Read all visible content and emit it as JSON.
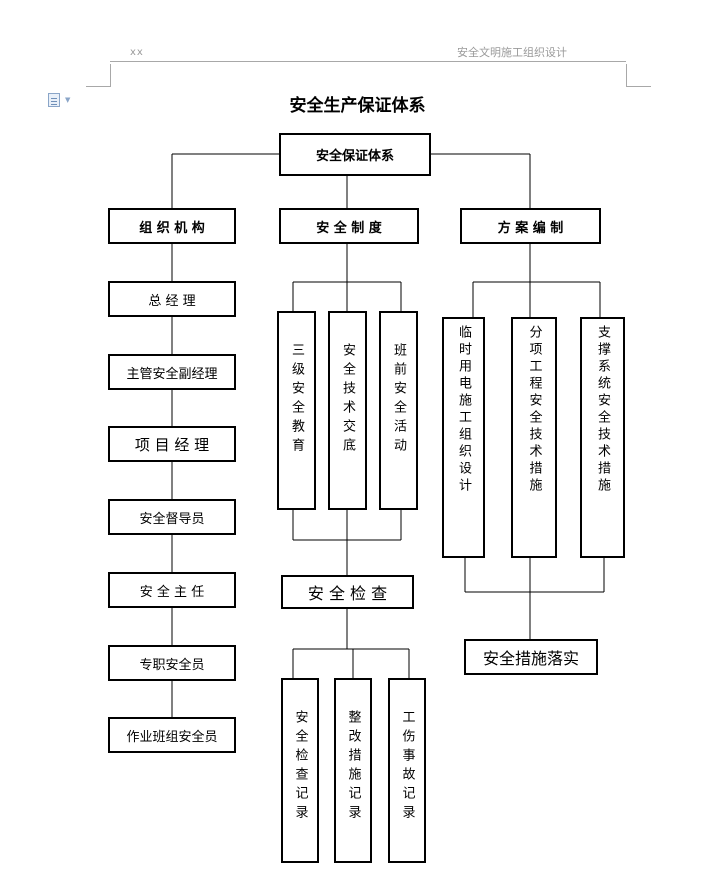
{
  "header": {
    "left": "xx",
    "right": "安全文明施工组织设计"
  },
  "title": "安全生产保证体系",
  "root": "安全保证体系",
  "branches": {
    "org": "组 织 机 构",
    "system": "安 全 制 度",
    "plan": "方 案 编 制"
  },
  "org_chain": [
    "总 经 理",
    "主管安全副经理",
    "项 目 经 理",
    "安全督导员",
    "安 全 主 任",
    "专职安全员",
    "作业班组安全员"
  ],
  "system_items": [
    "三级安全教育",
    "安全技术交底",
    "班前安全活动"
  ],
  "check": "安 全 检 查",
  "check_items": [
    "安全检查记录",
    "整改措施记录",
    "工伤事故记录"
  ],
  "plan_items": [
    "临时用电施工组织设计",
    "分项工程安全技术措施",
    "支撑系统安全技术措施"
  ],
  "plan_result": "安全措施落实"
}
